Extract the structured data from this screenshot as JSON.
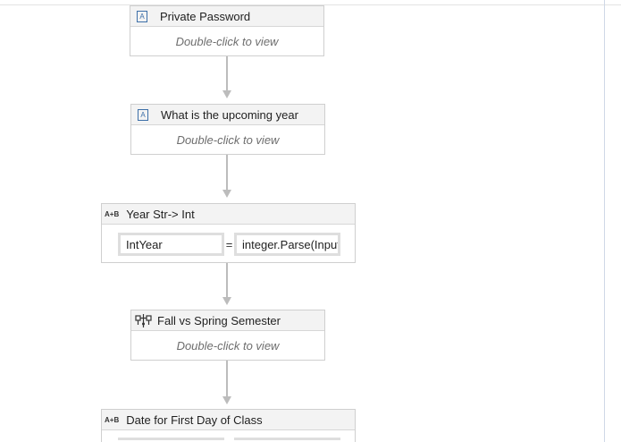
{
  "activities": [
    {
      "title": "Private Password",
      "body": "Double-click to view",
      "icon": "input-dialog-icon"
    },
    {
      "title": "What is the upcoming year",
      "body": "Double-click to view",
      "icon": "input-dialog-icon"
    },
    {
      "title": "Year Str-> Int",
      "icon": "assign-icon",
      "icon_text": "A+B",
      "left_value": "IntYear",
      "equals": "=",
      "right_value": "integer.Parse(Input"
    },
    {
      "title": "Fall vs Spring Semester",
      "body": "Double-click to view",
      "icon": "flow-decision-icon"
    },
    {
      "title": "Date for First Day of Class",
      "icon": "assign-icon",
      "icon_text": "A+B"
    }
  ],
  "colors": {
    "header_bg": "#f3f3f3",
    "border": "#cfcfcf",
    "connector": "#bcbcbc",
    "input_icon": "#3d6fa8"
  }
}
